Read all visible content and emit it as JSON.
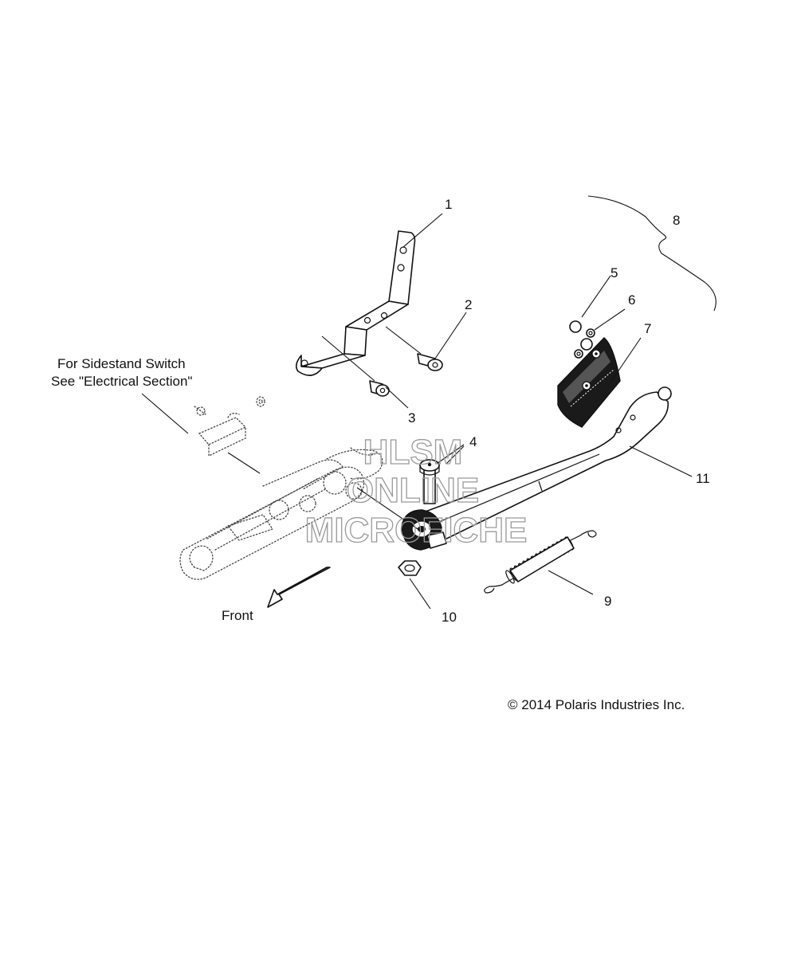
{
  "callouts": {
    "c1": "1",
    "c2": "2",
    "c3": "3",
    "c4": "4",
    "c5": "5",
    "c6": "6",
    "c7": "7",
    "c8": "8",
    "c9": "9",
    "c10": "10",
    "c11": "11"
  },
  "note": {
    "line1": "For Sidestand Switch",
    "line2": "See \"Electrical Section\""
  },
  "direction_label": "Front",
  "watermark": {
    "line1": "HLSM",
    "line2": "ONLINE",
    "line3": "MICROFICHE"
  },
  "copyright": "© 2014 Polaris Industries Inc."
}
